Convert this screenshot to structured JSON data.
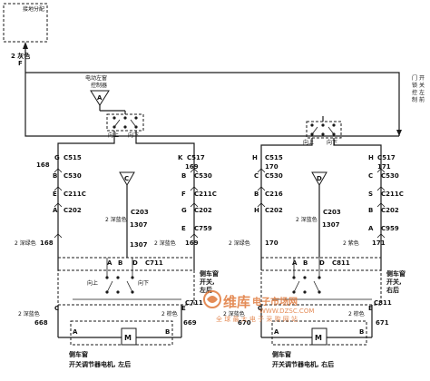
{
  "top": {
    "fuse_box_label": "接地分配",
    "feed_color": "2 灰色",
    "feed_pin": "F",
    "right_side_label": [
      "门",
      "锁",
      "控",
      "制",
      "开",
      "关",
      "左",
      "前"
    ],
    "switch_a_label": "电动左窗\n控制器",
    "switch_a_letter": "A",
    "left_switch_labels": [
      "向上",
      "向下"
    ],
    "right_switch_labels": [
      "向上",
      "向下"
    ]
  },
  "left_circuit": {
    "pins_top": [
      "G",
      "K"
    ],
    "conn_top": [
      "C515",
      "C517"
    ],
    "wire_ids_top": [
      "168",
      "169"
    ],
    "conn2": [
      "C530",
      "C530"
    ],
    "pins2": [
      "B",
      "B"
    ],
    "conn3": [
      "C211C",
      "C211C"
    ],
    "pins3": [
      "E",
      "F"
    ],
    "conn4": [
      "C202",
      "C202"
    ],
    "pins4": [
      "A",
      "G"
    ],
    "splice_letter": "C",
    "splice_conn": "C203",
    "splice_color": "2 深蓝色",
    "splice_wire": "1307",
    "wire_left_color": "2 深绿色",
    "wire_left_id": "168",
    "wire_right_color": "2 深蓝色",
    "wire_right_id": "169",
    "conn5": "C759",
    "pins5": [
      "E"
    ],
    "mid_wire": "1307",
    "bottom_conn_top": "C711",
    "bottom_pins": [
      "A",
      "B",
      "D"
    ],
    "bottom_pin_d": "D",
    "device_title": [
      "侧车窗",
      "开关, ",
      "左后"
    ],
    "conn_lower": "C711",
    "lower_pin_c": "C",
    "lower_pin_e": "E",
    "lower_left_color": "2 深蓝色",
    "lower_left_id": "668",
    "lower_right_color": "2 棕色",
    "lower_right_id": "669",
    "motor_a": "A",
    "motor_b": "B",
    "motor_label": "M",
    "motor_title": "侧车窗\n开关调节器电机, 左后"
  },
  "right_circuit": {
    "pins_top": [
      "H",
      "H"
    ],
    "conn_top": [
      "C515",
      "C517"
    ],
    "wire_ids_top": [
      "170",
      "171"
    ],
    "conn2": [
      "C530",
      "C530"
    ],
    "pins2": [
      "C",
      "C"
    ],
    "conn3": [
      "C216",
      "C211C"
    ],
    "pins3": [
      "B",
      "S"
    ],
    "conn4": [
      "C202",
      "C202"
    ],
    "pins4": [
      "H",
      "B"
    ],
    "splice_letter": "D",
    "splice_conn": "C203",
    "splice_color": "2 深蓝色",
    "splice_wire": "1307",
    "wire_left_color": "2 深绿色",
    "wire_left_id": "170",
    "wire_right_color": "2 紫色",
    "wire_right_id": "171",
    "conn5": "C959",
    "pins5": [
      "A"
    ],
    "bottom_conn_top": "C811",
    "bottom_pins": [
      "A",
      "B",
      "D"
    ],
    "device_title": [
      "侧车窗",
      "开关, ",
      "右后"
    ],
    "conn_lower": "C811",
    "lower_pin_c": "C",
    "lower_pin_e": "E",
    "lower_left_color": "2 深蓝色",
    "lower_left_id": "670",
    "lower_right_color": "2 棕色",
    "lower_right_id": "671",
    "motor_a": "A",
    "motor_b": "B",
    "motor_label": "M",
    "motor_title": "侧车窗\n开关调节器电机, 右后"
  },
  "watermark": {
    "brand": "维库",
    "brand2": "电子市场网",
    "slogan": "全 球 最 大 电 子 采 购 网 站",
    "url": "WWW.DZSC.COM"
  },
  "colors": {
    "ink": "#1a1a1a",
    "watermark": "#e0783a"
  }
}
